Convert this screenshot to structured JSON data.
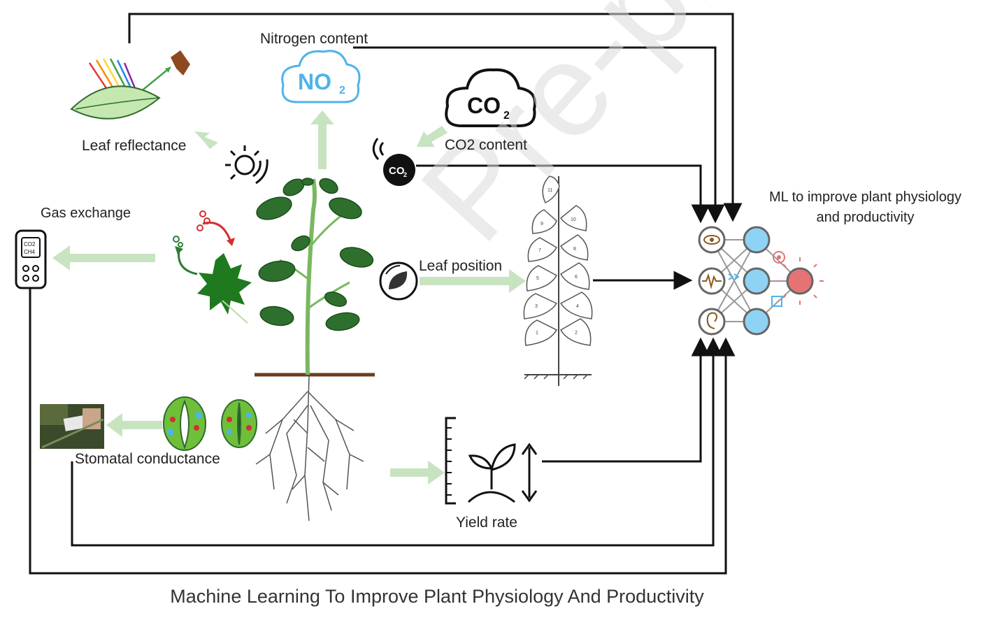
{
  "labels": {
    "nitrogen": "Nitrogen content",
    "co2_content": "CO2 content",
    "leaf_reflectance": "Leaf reflectance",
    "gas_exchange": "Gas exchange",
    "leaf_position": "Leaf position",
    "stomatal": "Stomatal conductance",
    "yield": "Yield rate",
    "ml_line1": "ML to improve plant physiology",
    "ml_line2": "and productivity",
    "title": "Machine Learning To Improve Plant Physiology And Productivity"
  },
  "icon_text": {
    "no2": "NO",
    "no2_sub": "2",
    "co2_cloud": "CO",
    "co2_cloud_sub": "2",
    "co2_sensor": "CO",
    "co2_sensor_sub": "2",
    "analyzer_a": "CO2",
    "analyzer_b": "CH4",
    "leaf_numbers": [
      "11",
      "9",
      "10",
      "7",
      "8",
      "5",
      "6",
      "3",
      "4",
      "1",
      "2"
    ]
  },
  "watermark": "Pre-proof",
  "colors": {
    "arrow_green": "#c8e3c0",
    "connector": "#111111",
    "leaf_green": "#2e7d32",
    "cloud_blue": "#4fb3e8",
    "node_blue": "#8fd3f4"
  }
}
